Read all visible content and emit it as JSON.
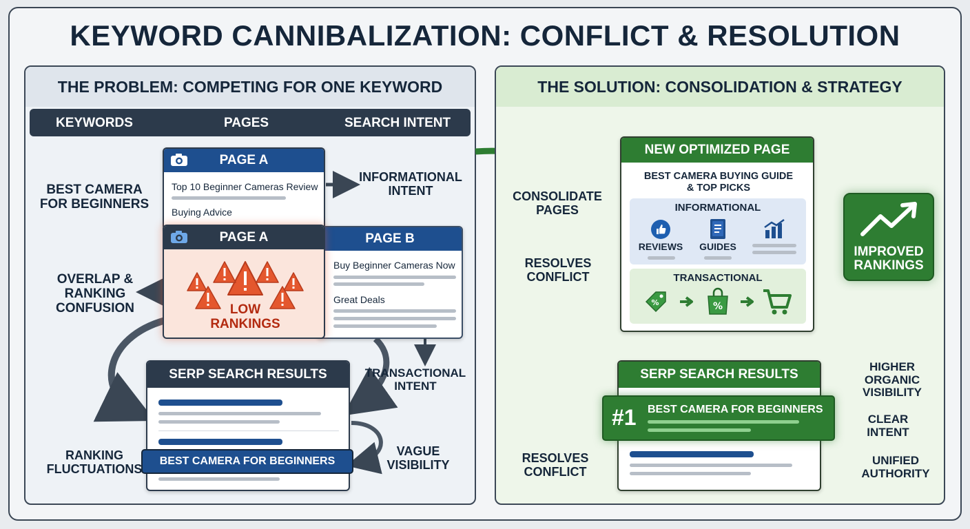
{
  "title": "KEYWORD CANNIBALIZATION: CONFLICT & RESOLUTION",
  "problem": {
    "header": "THE PROBLEM: COMPETING FOR ONE KEYWORD",
    "columns": [
      "KEYWORDS",
      "PAGES",
      "SEARCH INTENT"
    ],
    "keyword": "BEST CAMERA FOR BEGINNERS",
    "page_a_top": {
      "title": "PAGE A",
      "line1": "Top 10 Beginner Cameras Review",
      "line2": "Buying Advice"
    },
    "page_a_low": {
      "title": "PAGE A",
      "warning": "LOW RANKINGS"
    },
    "page_b": {
      "title": "PAGE B",
      "line1": "Buy Beginner Cameras Now",
      "line2": "Great Deals"
    },
    "informational_intent": "INFORMATIONAL INTENT",
    "transactional_intent": "TRANSACTIONAL INTENT",
    "overlap": "OVERLAP & RANKING CONFUSION",
    "serp": {
      "title": "SERP SEARCH RESULTS",
      "highlight": "BEST CAMERA FOR BEGINNERS"
    },
    "fluctuations": "RANKING FLUCTUATIONS",
    "vague": "VAGUE VISIBILITY"
  },
  "solution": {
    "header": "THE SOLUTION: CONSOLIDATION & STRATEGY",
    "consolidate": "CONSOLIDATE PAGES",
    "resolves_1": "RESOLVES CONFLICT",
    "resolves_2": "RESOLVES CONFLICT",
    "new_page": {
      "title": "NEW OPTIMIZED PAGE",
      "subtitle": "BEST CAMERA BUYING GUIDE & TOP PICKS",
      "informational": "INFORMATIONAL",
      "reviews": "REVIEWS",
      "guides": "GUIDES",
      "transactional": "TRANSACTIONAL"
    },
    "improved": "IMPROVED RANKINGS",
    "serp": {
      "title": "SERP SEARCH RESULTS",
      "rank": "#1",
      "highlight": "BEST CAMERA FOR BEGINNERS"
    },
    "benefits": [
      "HIGHER ORGANIC VISIBILITY",
      "CLEAR INTENT",
      "UNIFIED AUTHORITY"
    ]
  },
  "colors": {
    "navy": "#2c3a4b",
    "blue": "#1e4f8f",
    "green": "#2e7d32",
    "warning": "#e4572e"
  }
}
